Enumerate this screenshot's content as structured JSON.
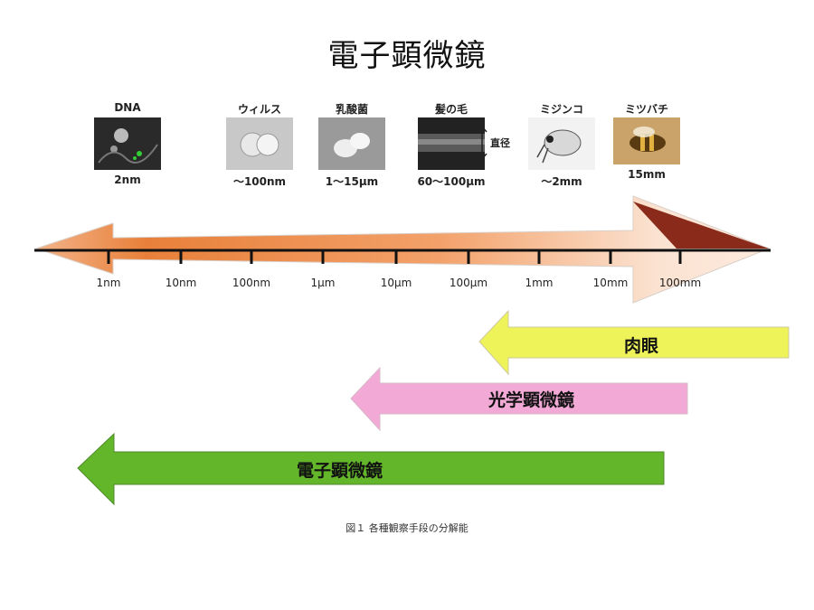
{
  "title": "電子顕微鏡",
  "specimens": [
    {
      "label": "DNA",
      "size": "2nm"
    },
    {
      "label": "ウィルス",
      "size": "〜100nm"
    },
    {
      "label": "乳酸菌",
      "size": "1〜15μm"
    },
    {
      "label": "髪の毛",
      "size": "60〜100μm"
    },
    {
      "label": "ミジンコ",
      "size": "〜2mm"
    },
    {
      "label": "ミツバチ",
      "size": "15mm"
    }
  ],
  "hair_note": "直径",
  "scale_ticks": [
    "1nm",
    "10nm",
    "100nm",
    "1μm",
    "10μm",
    "100μm",
    "1mm",
    "10mm",
    "100mm"
  ],
  "arrows": [
    {
      "label": "肉眼",
      "color": "#eef35a"
    },
    {
      "label": "光学顕微鏡",
      "color": "#f3a9d6"
    },
    {
      "label": "電子顕微鏡",
      "color": "#63b52a"
    }
  ],
  "caption": "図１ 各種観察手段の分解能",
  "colors": {
    "scale_dark": "#8a2a1a",
    "scale_orange": "#e8803a",
    "scale_light": "#fbd9c0"
  }
}
